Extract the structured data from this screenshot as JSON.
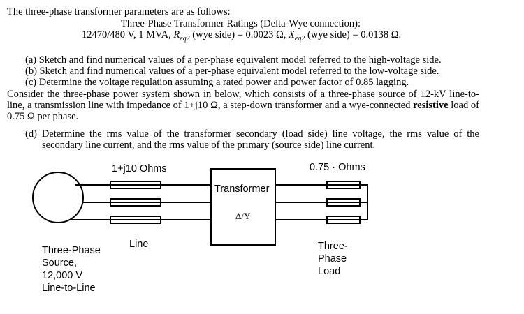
{
  "intro": "The three-phase transformer parameters are as follows:",
  "ratings_title": "Three-Phase Transformer Ratings (Delta-Wye connection):",
  "ratings_line": {
    "prefix": "12470/480 V, 1 MVA, ",
    "req_symbol": "R",
    "req_sub": "eq2",
    "req_text": " (wye side) = 0.0023 Ω, ",
    "xeq_symbol": "X",
    "xeq_sub": "eq2",
    "xeq_text": " (wye side) = 0.0138 Ω."
  },
  "parts": {
    "a": "(a)  Sketch and find numerical values of a per-phase equivalent model referred to the high-voltage side.",
    "b": "(b)  Sketch and find numerical values of a per-phase equivalent model referred to the low-voltage side.",
    "c": "(c)  Determine the voltage regulation assuming a rated power and power factor of 0.85 lagging."
  },
  "system_text": {
    "before_bold": "Consider the three-phase power system shown in below, which consists of a three-phase source of 12-kV line-to-line, a transmission line with impedance of 1+j10 Ω, a step-down transformer and a wye-connected ",
    "bold": "resistive",
    "after_bold": " load of 0.75 Ω per phase."
  },
  "part_d": "(d)  Determine the rms value of the transformer secondary (load side) line voltage, the rms value of the secondary line current, and the rms value of the primary (source side) line current.",
  "diagram": {
    "line_impedance_label": "1+j10 Ohms",
    "load_impedance_label": "0.75 · Ohms",
    "transformer_label": "Transformer",
    "connection_label": "Δ/Y",
    "line_label": "Line",
    "source_label": [
      "Three-Phase",
      "Source,",
      "12,000  V",
      "Line-to-Line"
    ],
    "load_label": [
      "Three-",
      "Phase",
      "Load"
    ]
  }
}
